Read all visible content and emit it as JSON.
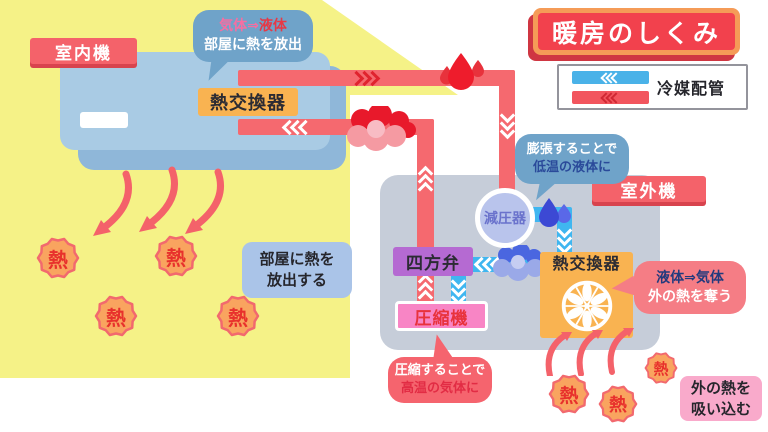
{
  "title": "暖房のしくみ",
  "legend": {
    "label": "冷媒配管"
  },
  "indoor_unit": {
    "label": "室内機",
    "heat_exchanger": "熱交換器",
    "bubble": {
      "phase_from": "気体",
      "arrow": "⇒",
      "phase_to": "液体",
      "line2": "部屋に熱を放出"
    },
    "note_line1": "部屋に熱を",
    "note_line2": "放出する"
  },
  "outdoor_unit": {
    "label": "室外機",
    "decompressor": "減圧器",
    "four_way_valve": "四方弁",
    "compressor": "圧縮機",
    "heat_exchanger": "熱交換器",
    "expansion_bubble": {
      "line1": "膨張することで",
      "line2": "低温の液体に"
    },
    "evaporation_bubble": {
      "phase_from": "液体",
      "arrow": "⇒",
      "phase_to": "気体",
      "line2": "外の熱を奪う"
    },
    "compression_bubble": {
      "line1": "圧縮することで",
      "line2": "高温の気体に"
    },
    "note_line1": "外の熱を",
    "note_line2": "吸い込む"
  },
  "heat_label": "熱",
  "colors": {
    "background_yellow": "#f5f287",
    "title_red": "#f2414d",
    "title_orange": "#f59b57",
    "label_red": "#f4626a",
    "pipe_red": "#f5696f",
    "pipe_blue": "#3fb6f0",
    "unit_gray": "#c6cdd9",
    "indoor_blue": "#a9cbe4",
    "component_orange": "#f9b351",
    "valve_purple": "#b56ad2",
    "compressor_pink": "#f885c5",
    "bubble_blue": "#6fa3c9",
    "bubble_salmon": "#f57d85",
    "heat_blob_orange": "#f9a45f"
  }
}
